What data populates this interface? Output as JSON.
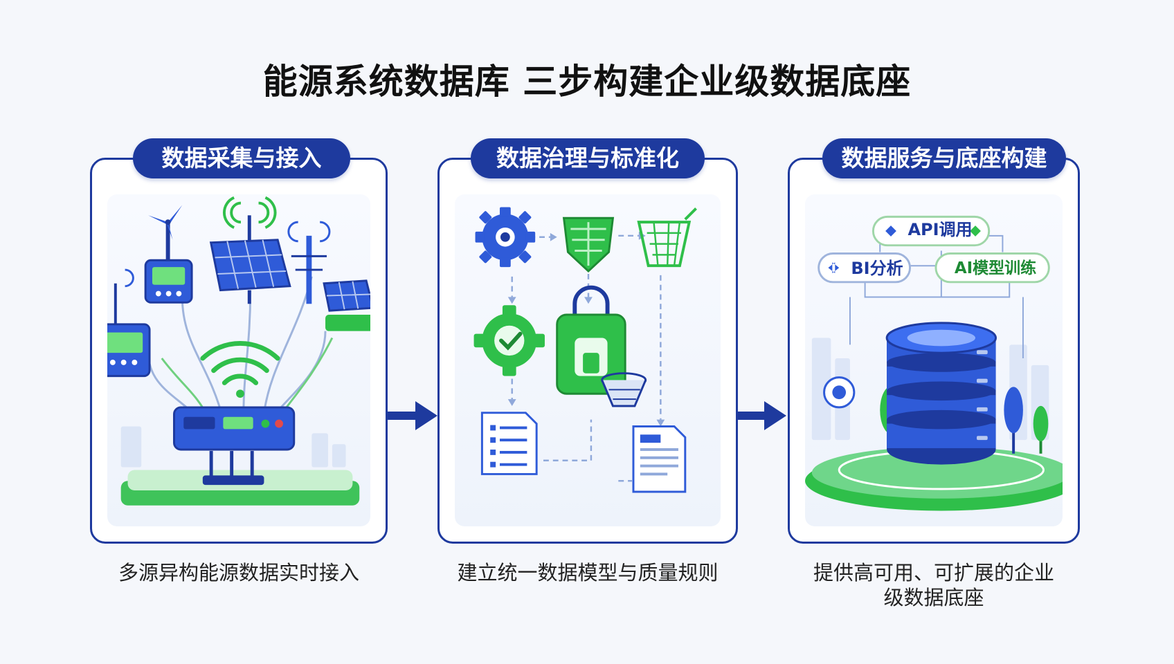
{
  "title": "能源系统数据库 三步构建企业级数据底座",
  "steps": [
    {
      "tab_label": "数据采集与接入",
      "caption": "多源异构能源数据实时接入"
    },
    {
      "tab_label": "数据治理与标准化",
      "caption": "建立统一数据模型与质量规则"
    },
    {
      "tab_label": "数据服务与底座构建",
      "caption_line1": "提供高可用、可扩展的企业",
      "caption_line2": "级数据底座",
      "services": {
        "api": "API调用",
        "bi": "BI分析",
        "ai": "AI模型训练"
      }
    }
  ],
  "colors": {
    "primary_blue": "#1e3a9e",
    "accent_blue": "#2f5bd8",
    "accent_green": "#2fbf4a",
    "text_dark": "#111111"
  },
  "icons": [
    "wind-turbine-icon",
    "solar-panel-icon",
    "antenna-icon",
    "meter-icon",
    "gateway-icon",
    "wifi-icon",
    "gear-icon",
    "shield-icon",
    "basket-icon",
    "check-gear-icon",
    "lock-icon",
    "document-icon",
    "database-icon",
    "tree-icon",
    "arrow-right-icon"
  ]
}
